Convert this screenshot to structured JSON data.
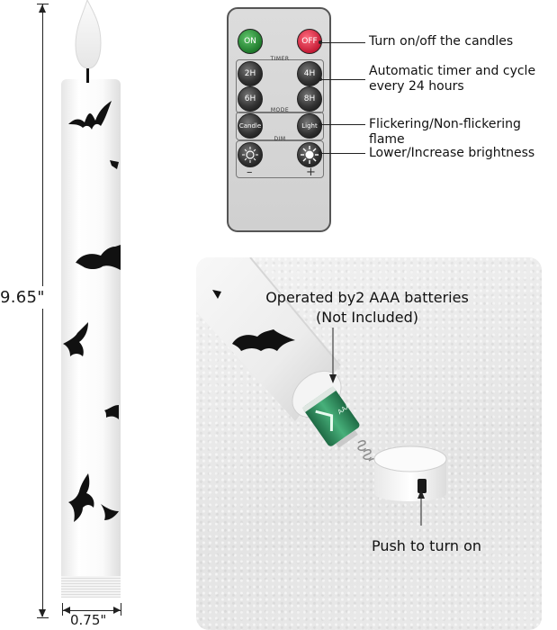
{
  "dimensions": {
    "height_label": "9.65\"",
    "diameter_label": "0.75\""
  },
  "remote": {
    "on_label": "ON",
    "off_label": "OFF",
    "timer_title": "TIMER",
    "timer_buttons": [
      "2H",
      "4H",
      "6H",
      "8H"
    ],
    "mode_title": "MODE",
    "mode_buttons": [
      "Candle",
      "Light"
    ],
    "dim_title": "DIM",
    "dim_minus": "–",
    "dim_plus": "+"
  },
  "callouts": [
    "Turn on/off the candles",
    "Automatic timer and cycle every 24 hours",
    "Flickering/Non-flickering flame",
    "Lower/Increase brightness"
  ],
  "photo": {
    "battery_note_line1": "Operated by2 AAA batteries",
    "battery_note_line2": "(Not Included)",
    "push_note": "Push to turn on"
  },
  "colors": {
    "on_button": "#1f7a2c",
    "off_button": "#c51c36",
    "battery": "#2f8a5a"
  }
}
